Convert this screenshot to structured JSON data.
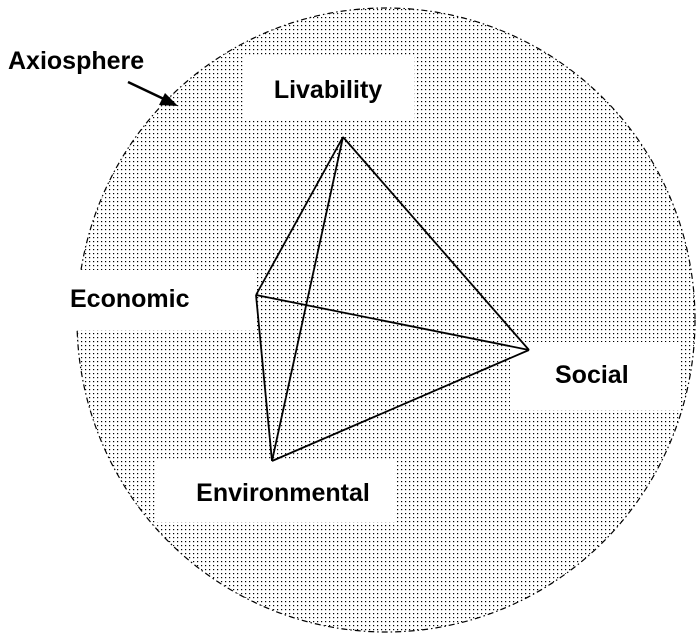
{
  "diagram": {
    "outer_label": "Axiosphere",
    "vertices": {
      "top": "Livability",
      "left": "Economic",
      "right": "Social",
      "bottom": "Environmental"
    },
    "colors": {
      "background": "#ffffff",
      "dots": "#000000",
      "lines": "#000000",
      "label_box": "#ffffff"
    }
  }
}
